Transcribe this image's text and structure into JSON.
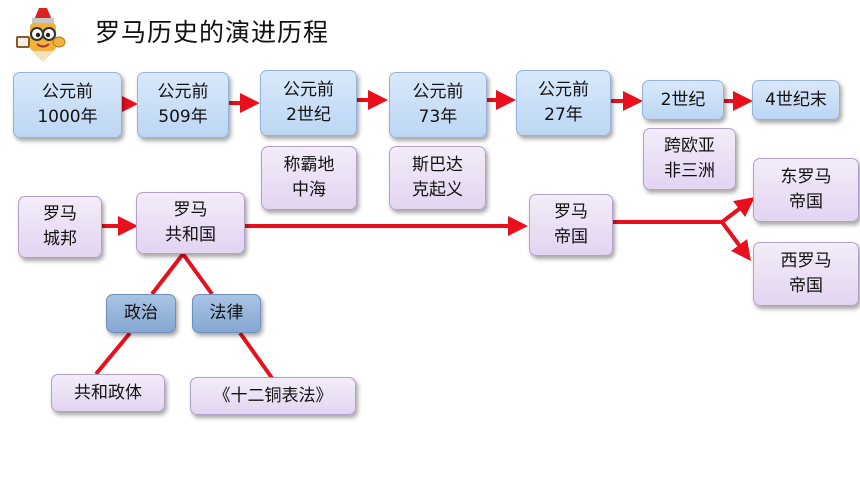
{
  "title": "罗马历史的演进历程",
  "timeline": [
    "公元前\n1000年",
    "公元前\n509年",
    "公元前\n2世纪",
    "公元前\n73年",
    "公元前\n27年",
    "2世纪",
    "4世纪末"
  ],
  "events": [
    "称霸地\n中海",
    "斯巴达\n克起义",
    "跨欧亚\n非三洲"
  ],
  "stages": {
    "city_state": "罗马\n城邦",
    "republic": "罗马\n共和国",
    "empire": "罗马\n帝国",
    "east": "东罗马\n帝国",
    "west": "西罗马\n帝国"
  },
  "aspects": {
    "politics": "政治",
    "law": "法律"
  },
  "details": {
    "republic_system": "共和政体",
    "twelve_tables": "《十二铜表法》"
  },
  "colors": {
    "arrow": "#e8101d",
    "timeline_box": "#c8dcf5",
    "event_box": "#e9dcf4",
    "aspect_box": "#95b4da"
  }
}
